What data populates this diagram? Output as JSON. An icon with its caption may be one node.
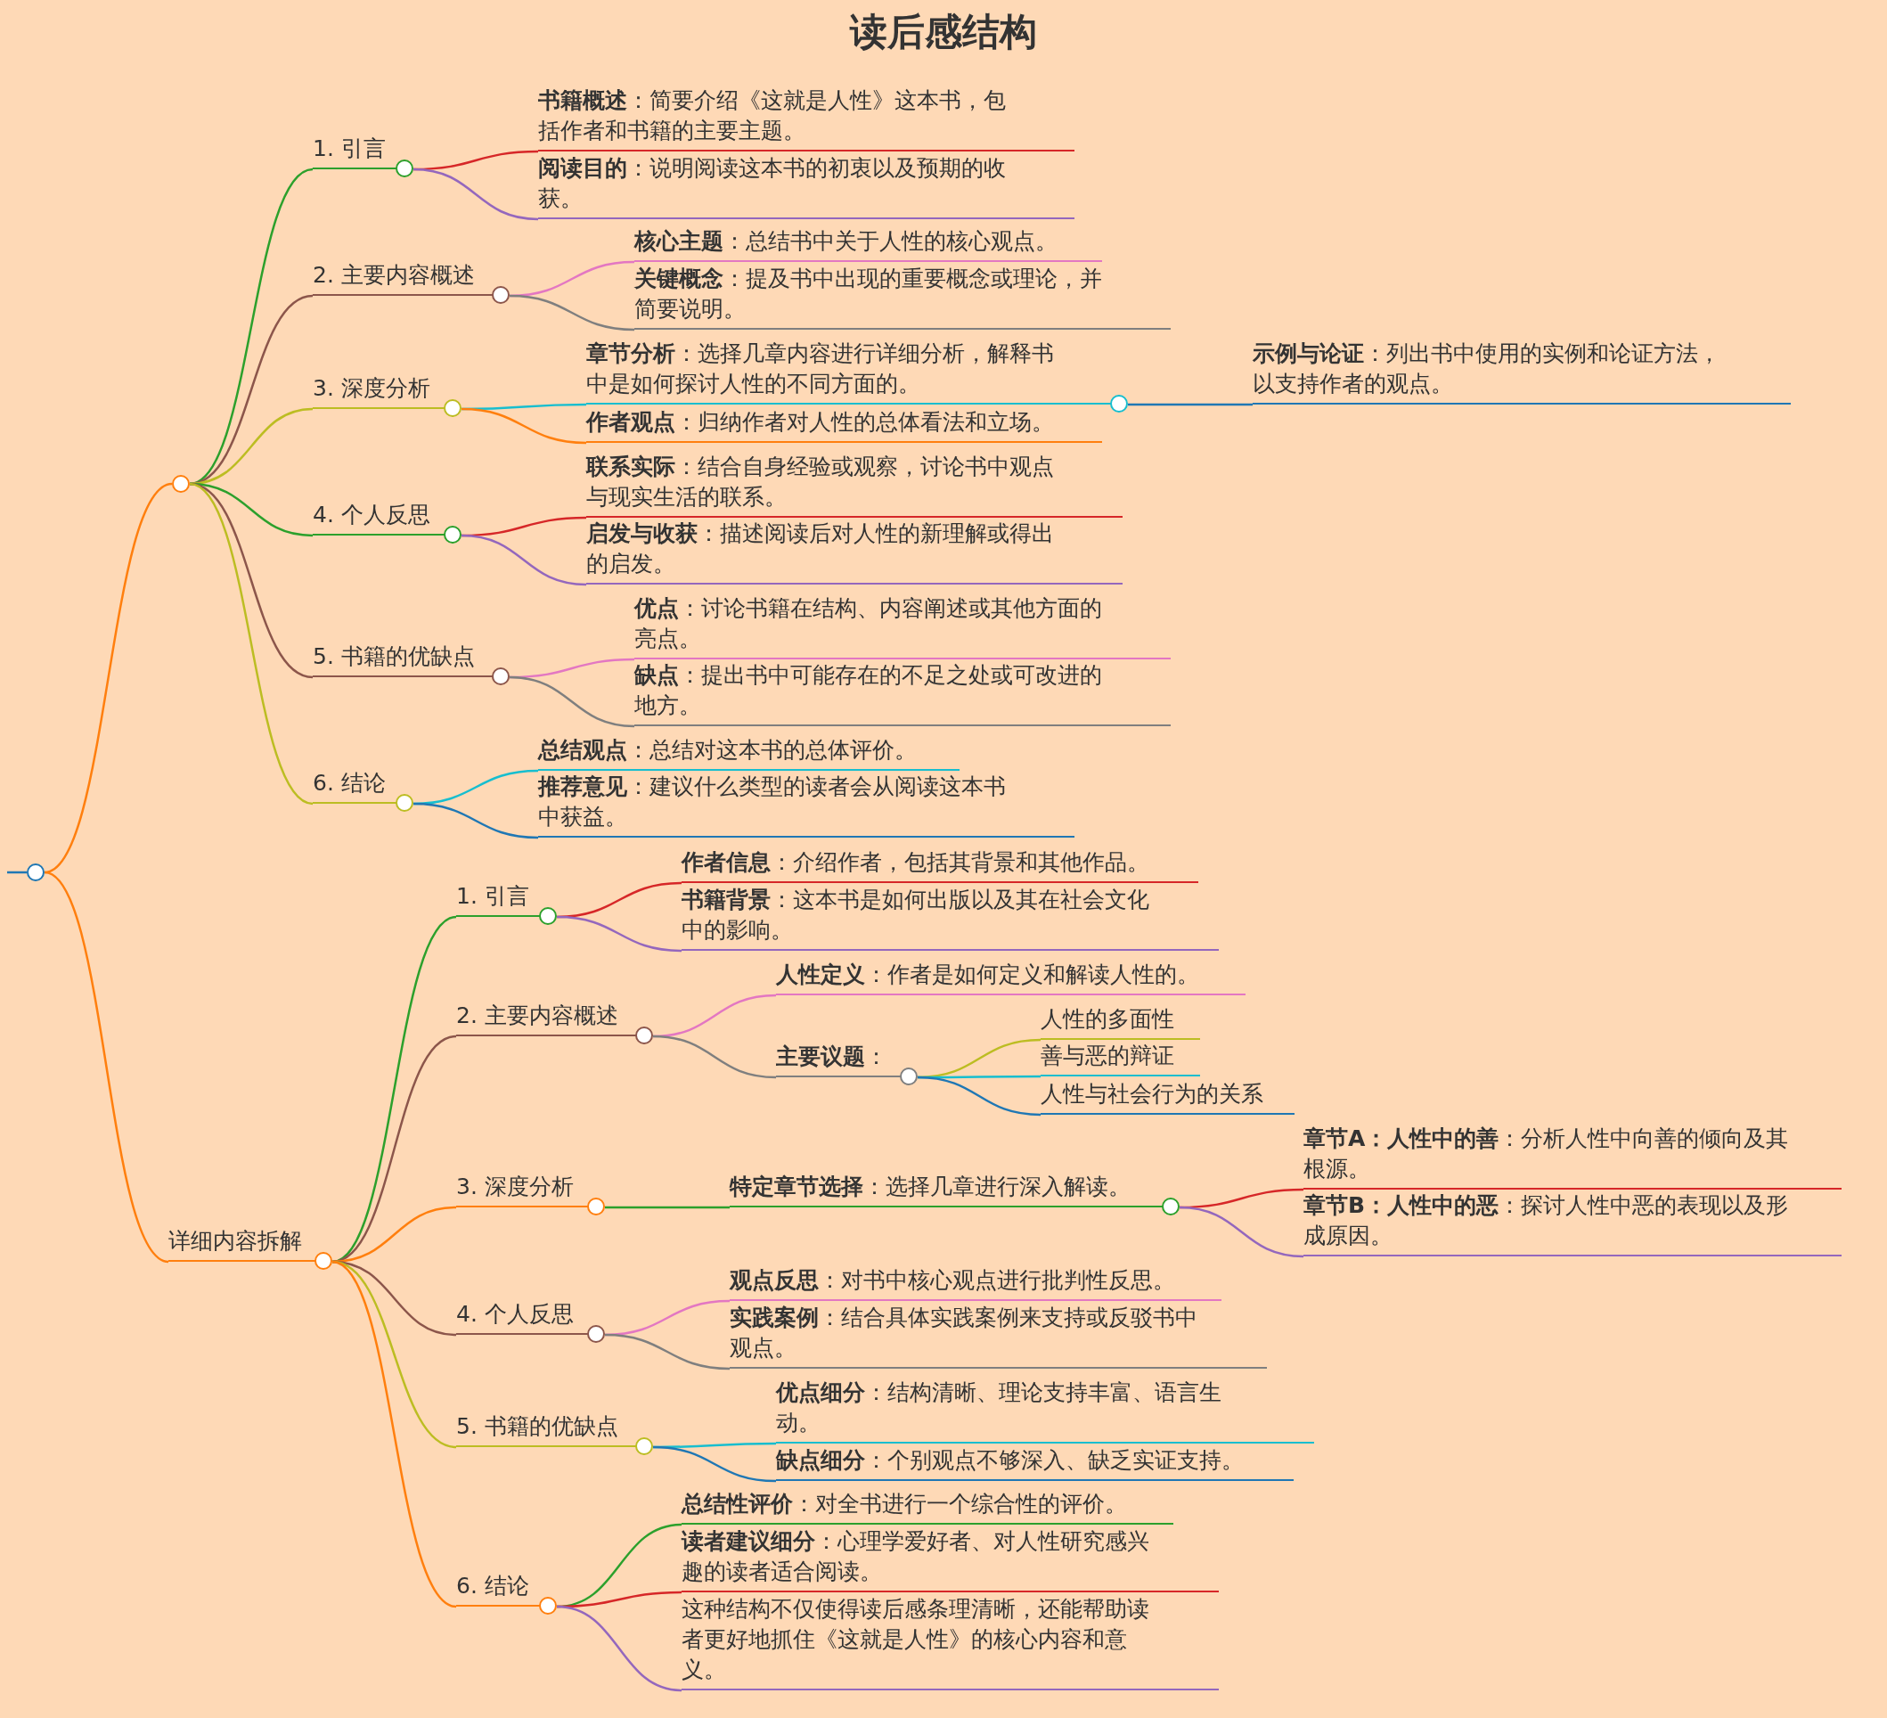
{
  "diagram": {
    "title": "读后感结构",
    "nodes": [
      {
        "text": [],
        "shape": "circle"
      },
      {
        "text": [],
        "shape": "circle"
      },
      {
        "text": [
          "1. 引言"
        ]
      },
      {
        "text": [
          "**书籍概述**：简要介绍《这就是人性》这本书，包括作者和书籍的主要主题。"
        ]
      },
      {
        "text": [
          "**阅读目的**：说明阅读这本书的初衷以及预期的收获。"
        ]
      },
      {
        "text": [
          "2. 主要内容概述"
        ]
      },
      {
        "text": [
          "**核心主题**：总结书中关于人性的核心观点。"
        ]
      },
      {
        "text": [
          "**关键概念**：提及书中出现的重要概念或理论，并简要说明。"
        ]
      },
      {
        "text": [
          "3. 深度分析"
        ]
      },
      {
        "text": [
          "**章节分析**：选择几章内容进行详细分析，解释书中是如何探讨人性的不同方面的。"
        ]
      },
      {
        "text": [
          "**示例与论证**：列出书中使用的实例和论证方法，以支持作者的观点。"
        ]
      },
      {
        "text": [
          "**作者观点**：归纳作者对人性的总体看法和立场。"
        ]
      },
      {
        "text": [
          "4. 个人反思"
        ]
      },
      {
        "text": [
          "**联系实际**：结合自身经验或观察，讨论书中观点与现实生活的联系。"
        ]
      },
      {
        "text": [
          "**启发与收获**：描述阅读后对人性的新理解或得出的启发。"
        ]
      },
      {
        "text": [
          "5. 书籍的优缺点"
        ]
      },
      {
        "text": [
          "**优点**：讨论书籍在结构、内容阐述或其他方面的亮点。"
        ]
      },
      {
        "text": [
          "**缺点**：提出书中可能存在的不足之处或可改进的地方。"
        ]
      },
      {
        "text": [
          "6. 结论"
        ]
      },
      {
        "text": [
          "**总结观点**：总结对这本书的总体评价。"
        ]
      },
      {
        "text": [
          "**推荐意见**：建议什么类型的读者会从阅读这本书中获益。"
        ]
      },
      {
        "text": [
          "详细内容拆解"
        ]
      },
      {
        "text": [
          "1. 引言"
        ]
      },
      {
        "text": [
          "**作者信息**：介绍作者，包括其背景和其他作品。"
        ]
      },
      {
        "text": [
          "**书籍背景**：这本书是如何出版以及其在社会文化中的影响。"
        ]
      },
      {
        "text": [
          "2. 主要内容概述"
        ]
      },
      {
        "text": [
          "**人性定义**：作者是如何定义和解读人性的。"
        ]
      },
      {
        "text": [
          "**主要议题**："
        ]
      },
      {
        "text": [
          "人性的多面性"
        ]
      },
      {
        "text": [
          "善与恶的辩证"
        ]
      },
      {
        "text": [
          "人性与社会行为的关系"
        ]
      },
      {
        "text": [
          "3. 深度分析"
        ]
      },
      {
        "text": [
          "**特定章节选择**：选择几章进行深入解读。"
        ]
      },
      {
        "text": [
          "**章节A：人性中的善**：分析人性中向善的倾向及其根源。"
        ]
      },
      {
        "text": [
          "**章节B：人性中的恶**：探讨人性中恶的表现以及形成原因。"
        ]
      },
      {
        "text": [
          "4. 个人反思"
        ]
      },
      {
        "text": [
          "**观点反思**：对书中核心观点进行批判性反思。"
        ]
      },
      {
        "text": [
          "**实践案例**：结合具体实践案例来支持或反驳书中观点。"
        ]
      },
      {
        "text": [
          "5. 书籍的优缺点"
        ]
      },
      {
        "text": [
          "**优点细分**：结构清晰、理论支持丰富、语言生动。"
        ]
      },
      {
        "text": [
          "**缺点细分**：个别观点不够深入、缺乏实证支持。"
        ]
      },
      {
        "text": [
          "6. 结论"
        ]
      },
      {
        "text": [
          "**总结性评价**：对全书进行一个综合性的评价。"
        ]
      },
      {
        "text": [
          "**读者建议细分**：心理学爱好者、对人性研究感兴趣的读者适合阅读。"
        ]
      },
      {
        "text": [
          "这种结构不仅使得读后感条理清晰，还能帮助读者更好地抓住《这就是人性》的核心内容和意义。"
        ]
      }
    ],
    "edges": [
      {
        "from": null,
        "to": 0,
        "arrow": "none",
        "color": "#1f77b4"
      },
      {
        "from": 0,
        "to": 1,
        "arrow": "none",
        "color": "#ff7f0e"
      },
      {
        "from": 1,
        "to": 2,
        "arrow": "none",
        "color": "#2ca02c"
      },
      {
        "from": 2,
        "to": 3,
        "arrow": "none",
        "color": "#d62728"
      },
      {
        "from": 2,
        "to": 4,
        "arrow": "none",
        "color": "#9467bd"
      },
      {
        "from": 1,
        "to": 5,
        "arrow": "none",
        "color": "#8c564b"
      },
      {
        "from": 5,
        "to": 6,
        "arrow": "none",
        "color": "#e377c2"
      },
      {
        "from": 5,
        "to": 7,
        "arrow": "none",
        "color": "#7f7f7f"
      },
      {
        "from": 1,
        "to": 8,
        "arrow": "none",
        "color": "#bcbd22"
      },
      {
        "from": 8,
        "to": 9,
        "arrow": "none",
        "color": "#17becf"
      },
      {
        "from": 9,
        "to": 10,
        "arrow": "none",
        "color": "#1f77b4"
      },
      {
        "from": 8,
        "to": 11,
        "arrow": "none",
        "color": "#ff7f0e"
      },
      {
        "from": 1,
        "to": 12,
        "arrow": "none",
        "color": "#2ca02c"
      },
      {
        "from": 12,
        "to": 13,
        "arrow": "none",
        "color": "#d62728"
      },
      {
        "from": 12,
        "to": 14,
        "arrow": "none",
        "color": "#9467bd"
      },
      {
        "from": 1,
        "to": 15,
        "arrow": "none",
        "color": "#8c564b"
      },
      {
        "from": 15,
        "to": 16,
        "arrow": "none",
        "color": "#e377c2"
      },
      {
        "from": 15,
        "to": 17,
        "arrow": "none",
        "color": "#7f7f7f"
      },
      {
        "from": 1,
        "to": 18,
        "arrow": "none",
        "color": "#bcbd22"
      },
      {
        "from": 18,
        "to": 19,
        "arrow": "none",
        "color": "#17becf"
      },
      {
        "from": 18,
        "to": 20,
        "arrow": "none",
        "color": "#1f77b4"
      },
      {
        "from": 0,
        "to": 21,
        "arrow": "none",
        "color": "#ff7f0e"
      },
      {
        "from": 21,
        "to": 22,
        "arrow": "none",
        "color": "#2ca02c"
      },
      {
        "from": 22,
        "to": 23,
        "arrow": "none",
        "color": "#d62728"
      },
      {
        "from": 22,
        "to": 24,
        "arrow": "none",
        "color": "#9467bd"
      },
      {
        "from": 21,
        "to": 25,
        "arrow": "none",
        "color": "#8c564b"
      },
      {
        "from": 25,
        "to": 26,
        "arrow": "none",
        "color": "#e377c2"
      },
      {
        "from": 25,
        "to": 27,
        "arrow": "none",
        "color": "#7f7f7f"
      },
      {
        "from": 27,
        "to": 28,
        "arrow": "none",
        "color": "#bcbd22"
      },
      {
        "from": 27,
        "to": 29,
        "arrow": "none",
        "color": "#17becf"
      },
      {
        "from": 27,
        "to": 30,
        "arrow": "none",
        "color": "#1f77b4"
      },
      {
        "from": 21,
        "to": 31,
        "arrow": "none",
        "color": "#ff7f0e"
      },
      {
        "from": 31,
        "to": 32,
        "arrow": "none",
        "color": "#2ca02c"
      },
      {
        "from": 32,
        "to": 33,
        "arrow": "none",
        "color": "#d62728"
      },
      {
        "from": 32,
        "to": 34,
        "arrow": "none",
        "color": "#9467bd"
      },
      {
        "from": 21,
        "to": 35,
        "arrow": "none",
        "color": "#8c564b"
      },
      {
        "from": 35,
        "to": 36,
        "arrow": "none",
        "color": "#e377c2"
      },
      {
        "from": 35,
        "to": 37,
        "arrow": "none",
        "color": "#7f7f7f"
      },
      {
        "from": 21,
        "to": 38,
        "arrow": "none",
        "color": "#bcbd22"
      },
      {
        "from": 38,
        "to": 39,
        "arrow": "none",
        "color": "#17becf"
      },
      {
        "from": 38,
        "to": 40,
        "arrow": "none",
        "color": "#1f77b4"
      },
      {
        "from": 21,
        "to": 41,
        "arrow": "none",
        "color": "#ff7f0e"
      },
      {
        "from": 41,
        "to": 42,
        "arrow": "none",
        "color": "#2ca02c"
      },
      {
        "from": 41,
        "to": 43,
        "arrow": "none",
        "color": "#d62728"
      },
      {
        "from": 41,
        "to": 44,
        "arrow": "none",
        "color": "#9467bd"
      }
    ]
  }
}
